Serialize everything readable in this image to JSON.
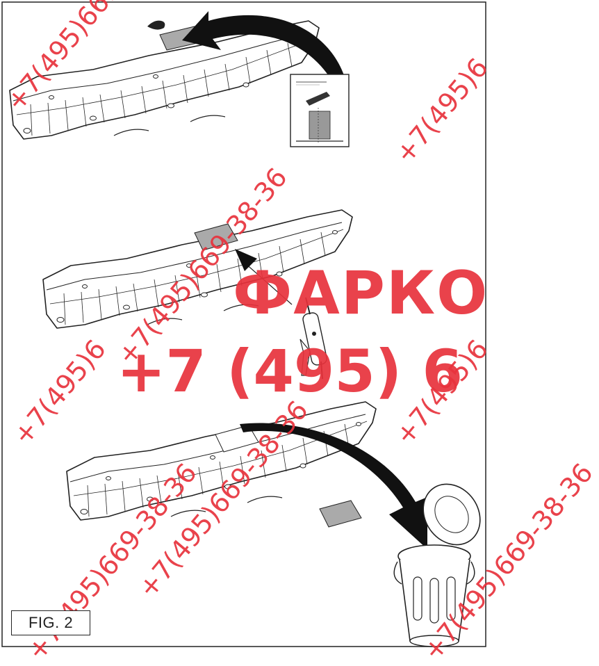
{
  "figure": {
    "label": "FIG. 2"
  },
  "watermark": {
    "brand": "ФАРКО",
    "phone_large": "+7 (495) 6",
    "phone_small_1": "+7(495)669-38-36",
    "phone_small_2": "+7(495)669-38-36",
    "phone_small_3": "+7(495)669-38-36",
    "phone_small_4": "+7(495)6",
    "phone_small_5": "+7(495)6",
    "phone_small_6": "+7(495)6",
    "phone_small_7": "+7(495)669-38-36",
    "phone_small_8": "+7(495)669-38-36",
    "color": "#e8323c"
  },
  "steps": [
    {
      "name": "step-1-apply-template",
      "icons": [
        "bumper-beam-icon",
        "instruction-sheet-icon",
        "curved-arrow-icon"
      ]
    },
    {
      "name": "step-2-cut-out-section",
      "icons": [
        "bumper-beam-icon",
        "air-saw-icon",
        "straight-arrow-icon"
      ]
    },
    {
      "name": "step-3-discard-section",
      "icons": [
        "bumper-beam-icon",
        "cutout-piece-icon",
        "trash-can-icon",
        "curved-arrow-icon"
      ]
    }
  ]
}
